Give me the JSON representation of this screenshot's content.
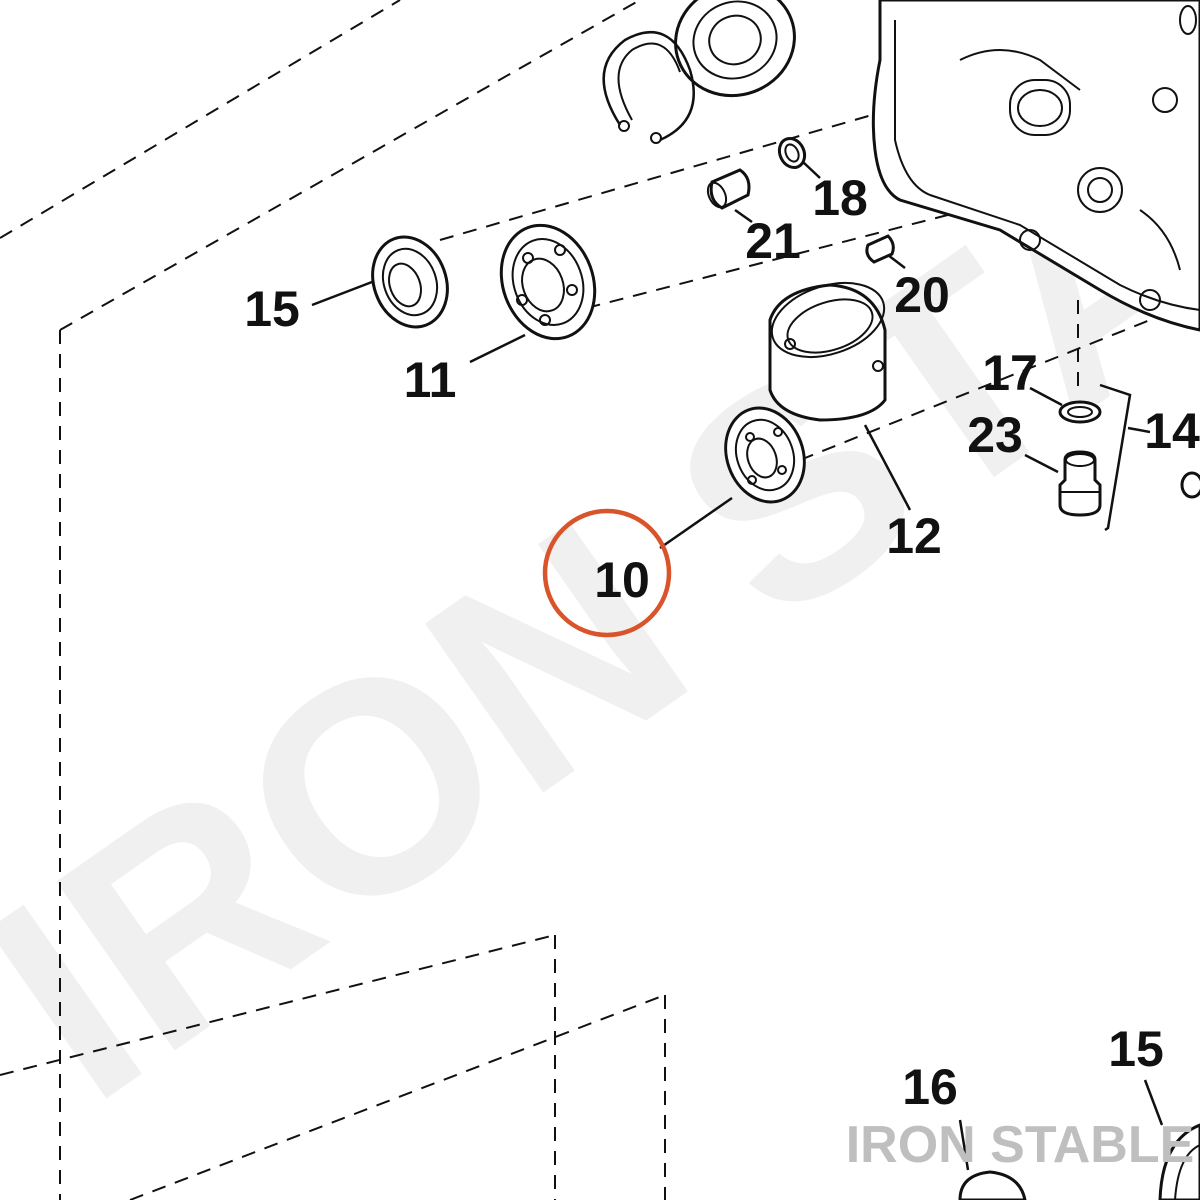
{
  "watermark": "IRON STABLE",
  "brand": "IRON STABLE",
  "highlight_color": "#d9542a",
  "callouts": [
    {
      "id": "c10",
      "label": "10",
      "highlighted": true
    },
    {
      "id": "c11",
      "label": "11"
    },
    {
      "id": "c12",
      "label": "12"
    },
    {
      "id": "c14",
      "label": "14"
    },
    {
      "id": "c15a",
      "label": "15"
    },
    {
      "id": "c15b",
      "label": "15"
    },
    {
      "id": "c16",
      "label": "16"
    },
    {
      "id": "c17",
      "label": "17"
    },
    {
      "id": "c18",
      "label": "18"
    },
    {
      "id": "c20",
      "label": "20"
    },
    {
      "id": "c21",
      "label": "21"
    },
    {
      "id": "c23",
      "label": "23"
    }
  ]
}
